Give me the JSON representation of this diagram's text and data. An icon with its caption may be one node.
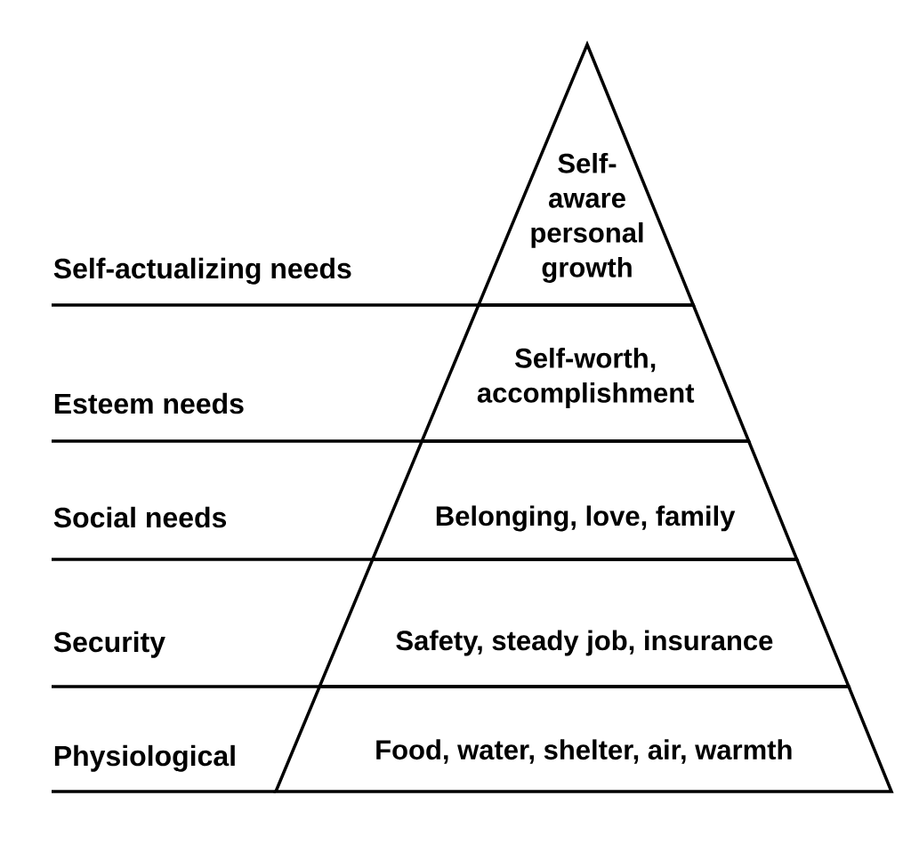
{
  "diagram": {
    "nodes": [
      {
        "text": [
          "Self-aware personal growth"
        ]
      },
      {
        "text": [
          "Self-worth, accomplishment"
        ]
      },
      {
        "text": [
          "Belonging, love, family"
        ]
      },
      {
        "text": [
          "Safety, steady job, insurance"
        ]
      },
      {
        "text": [
          "Food, water, shelter, air, warmth"
        ]
      }
    ],
    "labels": [
      "Self-actualizing needs",
      "Esteem needs",
      "Social needs",
      "Security",
      "Physiological"
    ]
  }
}
